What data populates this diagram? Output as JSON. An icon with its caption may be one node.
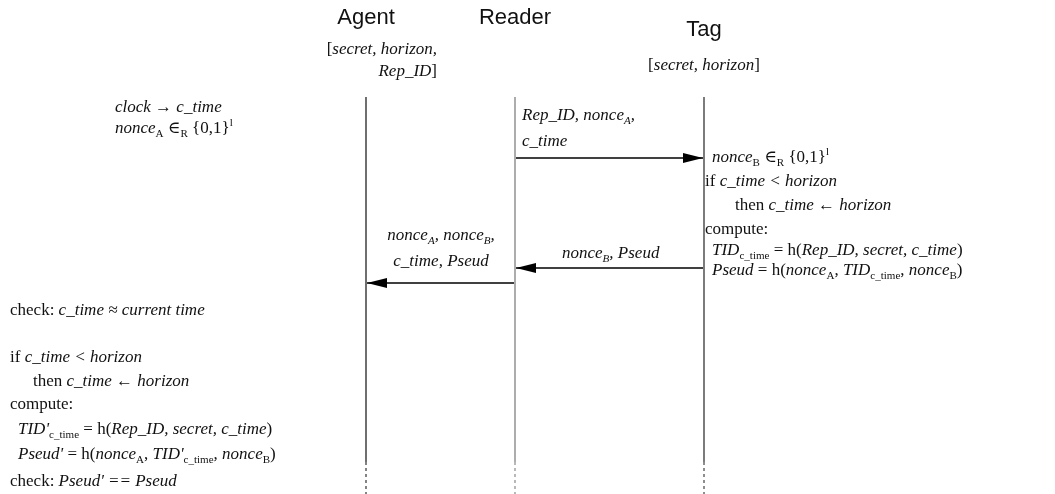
{
  "diagram": {
    "nodes": [
      {
        "text": [
          "Agent",
          "[*secret, horizon, Rep_ID*]"
        ]
      },
      {
        "text": [
          "Reader"
        ]
      },
      {
        "text": [
          "Tag",
          "[*secret, horizon*]"
        ]
      }
    ],
    "edges": [
      {
        "from": 1,
        "to": 2,
        "arrow": "to",
        "label": "Rep_ID, nonce$_{A}$, c_time"
      },
      {
        "from": 2,
        "to": 1,
        "arrow": "to",
        "label": "nonce$_{B}$, Pseud"
      },
      {
        "from": 1,
        "to": 0,
        "arrow": "to",
        "label": "nonce$_{A}$, nonce$_{B}$, c_time, Pseud"
      }
    ],
    "labels": [
      "clock → c_time",
      "*nonce*$_{A}$ ∈$_{R}$ {0,1}$^{l}$",
      "*nonce*$_{B}$ ∈$_{R}$ {0,1}$^{l}$",
      "if *c_time < horizon*",
      "then *c_time ← horizon*",
      "compute:",
      "*TID*$_{c_time}$ = h(*Rep_ID, secret, c_time*)",
      "*Pseud* = h(*nonce*$_{A}$, *TID*$_{c_time}$, *nonce*$_{B}$)",
      "check: *c_time ≈ current time*",
      "if *c_time < horizon*",
      "then *c_time ← horizon*",
      "compute:",
      "*TID'*$_{c_time}$ = h(*Rep_ID, secret, c_time*)",
      "*Pseud'* = h(*nonce*$_{A}$, *TID'*$_{c_time}$, *nonce*$_{B}$)",
      "check: *Pseud' == Pseud*"
    ]
  }
}
